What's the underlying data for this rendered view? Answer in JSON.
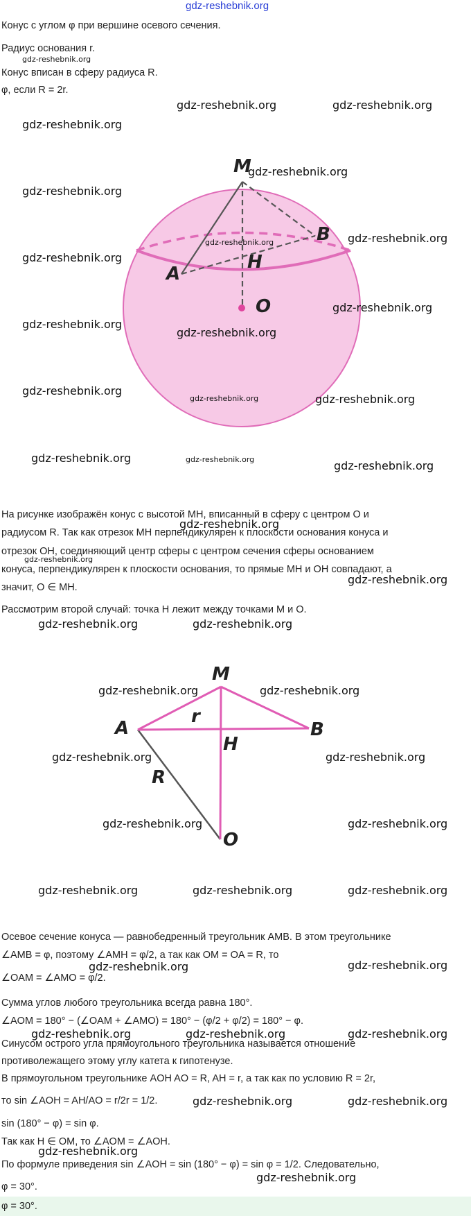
{
  "site_link": "gdz-reshebnik.org",
  "watermark": "gdz-reshebnik.org",
  "problem": {
    "l1": "Конус с углом φ при вершине осевого сечения.",
    "l2": "Радиус основания r.",
    "l3": "Конус вписан в сферу радиуса R.",
    "l4": "φ, если R = 2r."
  },
  "fig1": {
    "M": "M",
    "A": "A",
    "B": "B",
    "H": "H",
    "O": "O"
  },
  "explain": {
    "p1": "На рисунке изображён конус с высотой MH, вписанный в сферу с центром O и",
    "p2": "радиусом R. Так как отрезок MH перпендикулярен к плоскости основания конуса и",
    "p3": "отрезок OH, соединяющий центр сферы с центром сечения сферы основанием",
    "p4": "конуса, перпендикулярен к плоскости основания, то прямые MH и OH совпадают, а",
    "p5": "значит, O ∈ MH.",
    "p6": "Рассмотрим второй случай: точка H лежит между точками M и O."
  },
  "fig2": {
    "M": "M",
    "A": "A",
    "B": "B",
    "H": "H",
    "O": "O",
    "r": "r",
    "R": "R"
  },
  "solution": {
    "s1": "Осевое сечение конуса — равнобедренный треугольник AMB. В этом треугольнике",
    "s2": "∠AMB = φ, поэтому ∠AMH = φ/2, а так как OM = OA = R, то",
    "s3": "∠OAM = ∠AMO = φ/2.",
    "s4": "Сумма углов любого треугольника всегда равна 180°.",
    "s5": "∠AOM = 180° − (∠OAM + ∠AMO) = 180° − (φ/2 + φ/2) = 180° − φ.",
    "s6": "Синусом острого угла прямоугольного треугольника называется отношение",
    "s7": "противолежащего этому углу катета к гипотенузе.",
    "s8": "В прямоугольном треугольнике AOH AO = R, AH = r, а так как по условию R = 2r,",
    "s9": "то sin ∠AOH = AH/AO = r/2r = 1/2.",
    "s10": "sin (180° − φ) = sin φ.",
    "s11": "Так как H ∈ OM, то ∠AOM = ∠AOH.",
    "s12": "По формуле приведения sin ∠AOH = sin (180° − φ) = sin φ = 1/2. Следовательно,",
    "s13": "φ = 30°.",
    "answer": "φ = 30°."
  },
  "colors": {
    "sphere_fill": "#f7c9e6",
    "sphere_stroke": "#e06cb8",
    "pink_line": "#e05cb4",
    "dark_line": "#555555",
    "answer_bg": "#e9f7ec"
  }
}
